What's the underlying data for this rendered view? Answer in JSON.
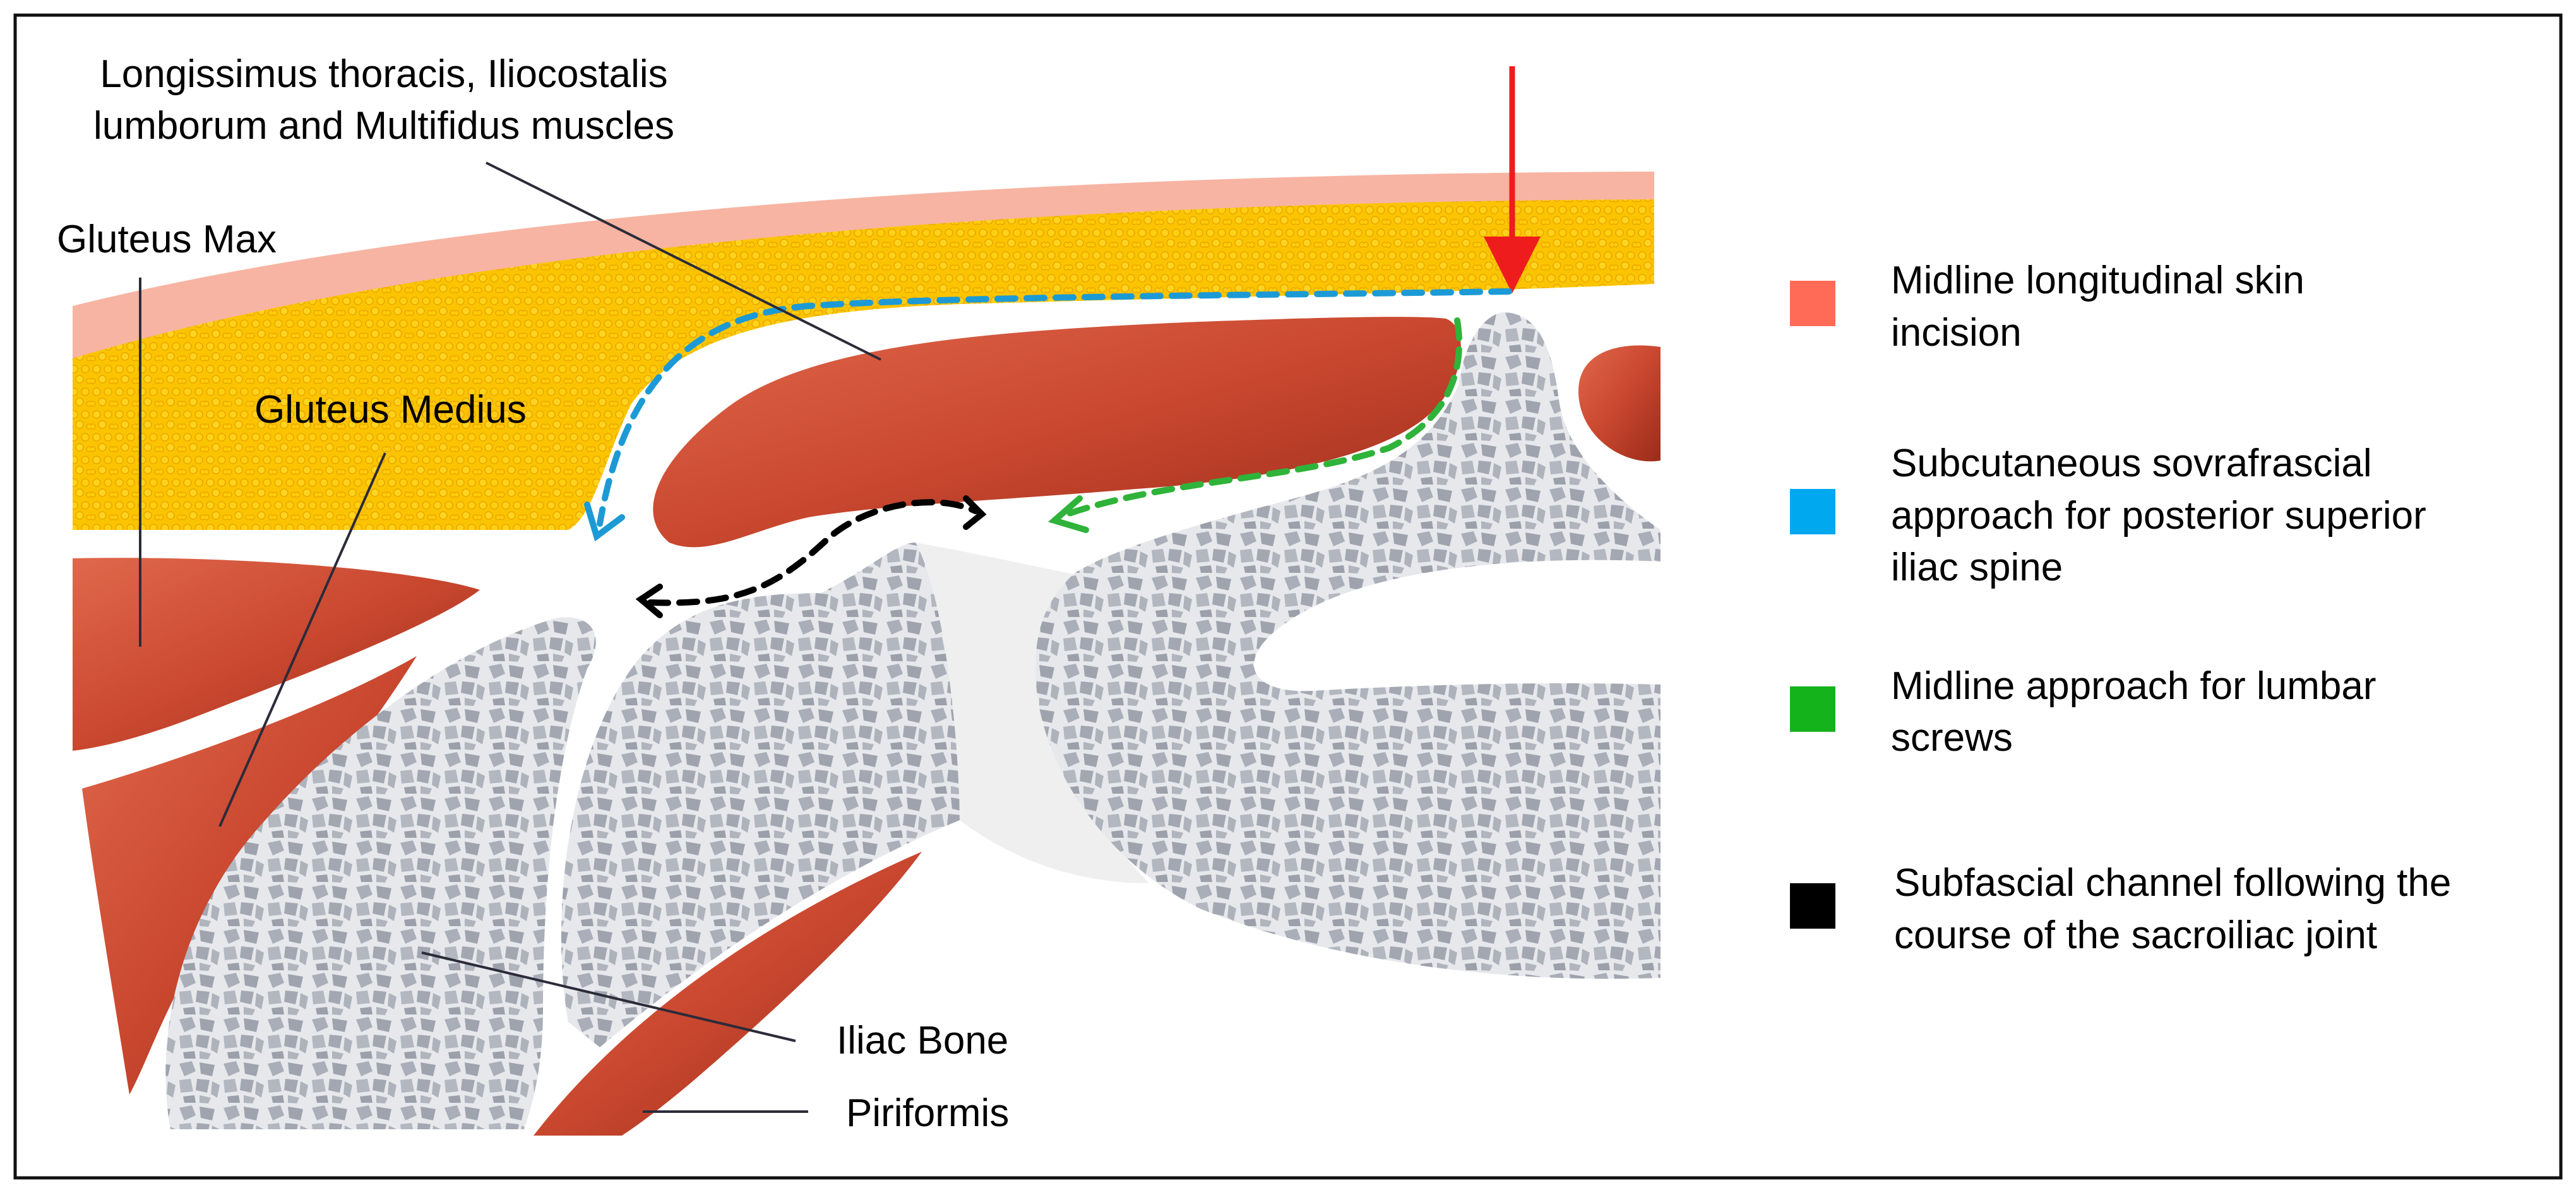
{
  "colors": {
    "skin": "#f7b4a2",
    "fat": "#fbc400",
    "fat_dark": "#f0a800",
    "muscle": "#c94a32",
    "muscle_dark": "#9e2e1c",
    "bone": "#b8bcc5",
    "bone_dark": "#8d929c",
    "cartilage": "#efefef",
    "incision": "#ff6b57",
    "subcutaneous": "#00a8f0",
    "midline": "#14b31c",
    "subfascial": "#000000",
    "incision_arrow": "#ee1c1c",
    "blue_path": "#1c9ad6",
    "green_path": "#2fb33a",
    "leader": "#2b2b3a"
  },
  "labels": {
    "longissimus_line1": "Longissimus thoracis, Iliocostalis",
    "longissimus_line2": "lumborum and Multifidus muscles",
    "gluteus_max": "Gluteus Max",
    "gluteus_medius": "Gluteus Medius",
    "iliac_bone": "Iliac Bone",
    "piriformis": "Piriformis"
  },
  "legend": [
    {
      "color_key": "incision",
      "line1": "Midline longitudinal skin",
      "line2": "incision",
      "line3": ""
    },
    {
      "color_key": "subcutaneous",
      "line1": "Subcutaneous sovrafrascial",
      "line2": "approach for posterior superior",
      "line3": "iliac spine"
    },
    {
      "color_key": "midline",
      "line1": "Midline approach for lumbar",
      "line2": "screws",
      "line3": ""
    },
    {
      "color_key": "subfascial",
      "line1": "Subfascial channel following the",
      "line2": "course of the sacroiliac joint",
      "line3": ""
    }
  ]
}
